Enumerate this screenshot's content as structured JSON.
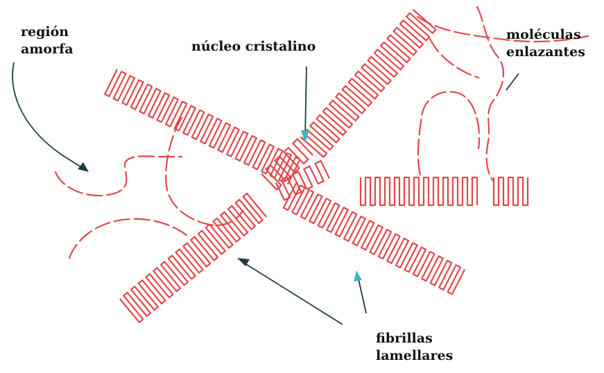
{
  "labels": {
    "amorphous_region": [
      "región",
      "amorfa"
    ],
    "crystalline_core": "núcleo cristalino",
    "tie_molecules": [
      "moléculas",
      "enlazantes"
    ],
    "lamellar_fibrils": [
      "fibrillas",
      "lamellares"
    ]
  },
  "colors": {
    "polymer_chain": "#e0474c",
    "arrow": "#1c3a44",
    "text": "#111111",
    "background": "#ffffff"
  }
}
